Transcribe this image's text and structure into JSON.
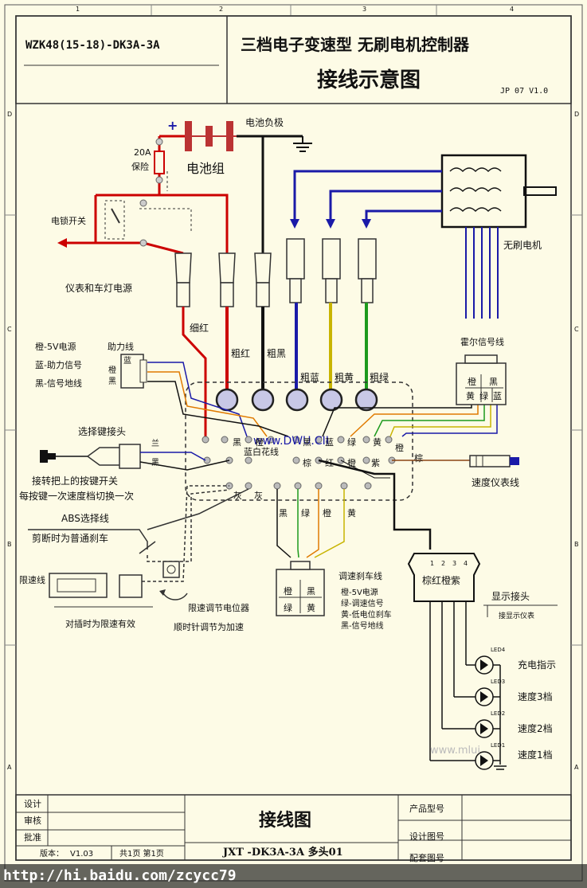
{
  "header": {
    "model": "WZK48(15-18)-DK3A-3A",
    "title_line1": "三档电子变速型  无刷电机控制器",
    "title_line2": "接线示意图",
    "version": "JP 07 V1.0"
  },
  "border_numbers": [
    "1",
    "2",
    "3",
    "4"
  ],
  "border_letters": [
    "D",
    "C",
    "B",
    "A"
  ],
  "battery": {
    "plus": "+",
    "label": "电池组",
    "negative_label": "电池负极",
    "fuse_value": "20A",
    "fuse_label": "保险",
    "key_switch_label": "电锁开关",
    "meter_power_label": "仪表和车灯电源"
  },
  "motor": {
    "label": "无刷电机",
    "hall_label": "霍尔信号线"
  },
  "wires": {
    "thin_red": "细红",
    "thick_red": "粗红",
    "thick_black": "粗黑",
    "thick_blue": "粗蓝",
    "thick_yellow": "粗黄",
    "thick_green": "粗绿"
  },
  "hall_plug": {
    "cells": [
      "橙",
      "黑",
      "黄",
      "绿",
      "蓝"
    ]
  },
  "assist": {
    "title": "助力线",
    "line1": "橙-5V电源",
    "line2": "蓝-助力信号",
    "line3": "黑-信号地线",
    "pins": [
      "蓝",
      "橙",
      "黑"
    ]
  },
  "selector": {
    "title": "选择键接头",
    "pins": [
      "兰",
      "黑"
    ],
    "note1": "接转把上的按键开关",
    "note2": "每按键一次速度档切换一次"
  },
  "abs": {
    "title": "ABS选择线",
    "note": "剪断时为普通刹车"
  },
  "limit": {
    "label": "限速线",
    "note": "对插时为限速有效"
  },
  "pot": {
    "label": "限速调节电位器",
    "note": "顺时针调节为加速"
  },
  "controller": {
    "watermark": "www.DWU.CII",
    "blue_white": "蓝白花线",
    "row1": [
      "黑",
      "橙",
      "黑",
      "蓝",
      "绿",
      "黄",
      "橙"
    ],
    "row2": [
      "棕",
      "红",
      "橙",
      "紫",
      "棕"
    ],
    "row3": [
      "灰",
      "灰"
    ],
    "bottom": [
      "黑",
      "绿",
      "橙",
      "黄"
    ]
  },
  "brake": {
    "title": "调速刹车线",
    "cells": [
      "橙",
      "黑",
      "绿",
      "黄"
    ],
    "line1": "橙-5V电源",
    "line2": "绿-调速信号",
    "line3": "黄-低电位刹车",
    "line4": "黑-信号地线"
  },
  "speedo": {
    "label": "速度仪表线"
  },
  "display": {
    "connector": "棕红橙紫",
    "pins": [
      "1",
      "2",
      "3",
      "4"
    ],
    "title": "显示接头",
    "subtitle": "接显示仪表",
    "leds": [
      {
        "id": "LED4",
        "label": "充电指示"
      },
      {
        "id": "LED3",
        "label": "速度3档"
      },
      {
        "id": "LED2",
        "label": "速度2档"
      },
      {
        "id": "LED1",
        "label": "速度1档"
      }
    ],
    "watermark": "www.mlui"
  },
  "titleblock": {
    "design": "设计",
    "review": "审核",
    "approve": "批准",
    "version": "版本：",
    "version_value": "V1.03",
    "pages": "共1页 第1页",
    "title": "接线图",
    "code": "JXT -DK3A-3A 多头01",
    "product_model": "产品型号",
    "design_no": "设计图号",
    "matching_no": "配套图号"
  },
  "url": "http://hi.baidu.com/zcycc79"
}
